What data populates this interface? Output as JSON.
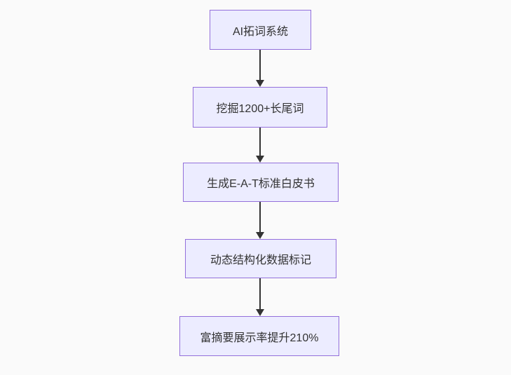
{
  "diagram": {
    "type": "flowchart",
    "direction": "top-down",
    "nodes": [
      {
        "id": "n1",
        "label": "AI拓词系统"
      },
      {
        "id": "n2",
        "label": "挖掘1200+长尾词"
      },
      {
        "id": "n3",
        "label": "生成E-A-T标准白皮书"
      },
      {
        "id": "n4",
        "label": "动态结构化数据标记"
      },
      {
        "id": "n5",
        "label": "富摘要展示率提升210%"
      }
    ],
    "edges": [
      {
        "from": "n1",
        "to": "n2"
      },
      {
        "from": "n2",
        "to": "n3"
      },
      {
        "from": "n3",
        "to": "n4"
      },
      {
        "from": "n4",
        "to": "n5"
      }
    ],
    "colors": {
      "background": "#fafafa",
      "node_fill": "#ececff",
      "node_border": "#9370db",
      "text": "#333333",
      "arrow": "#333333"
    }
  }
}
